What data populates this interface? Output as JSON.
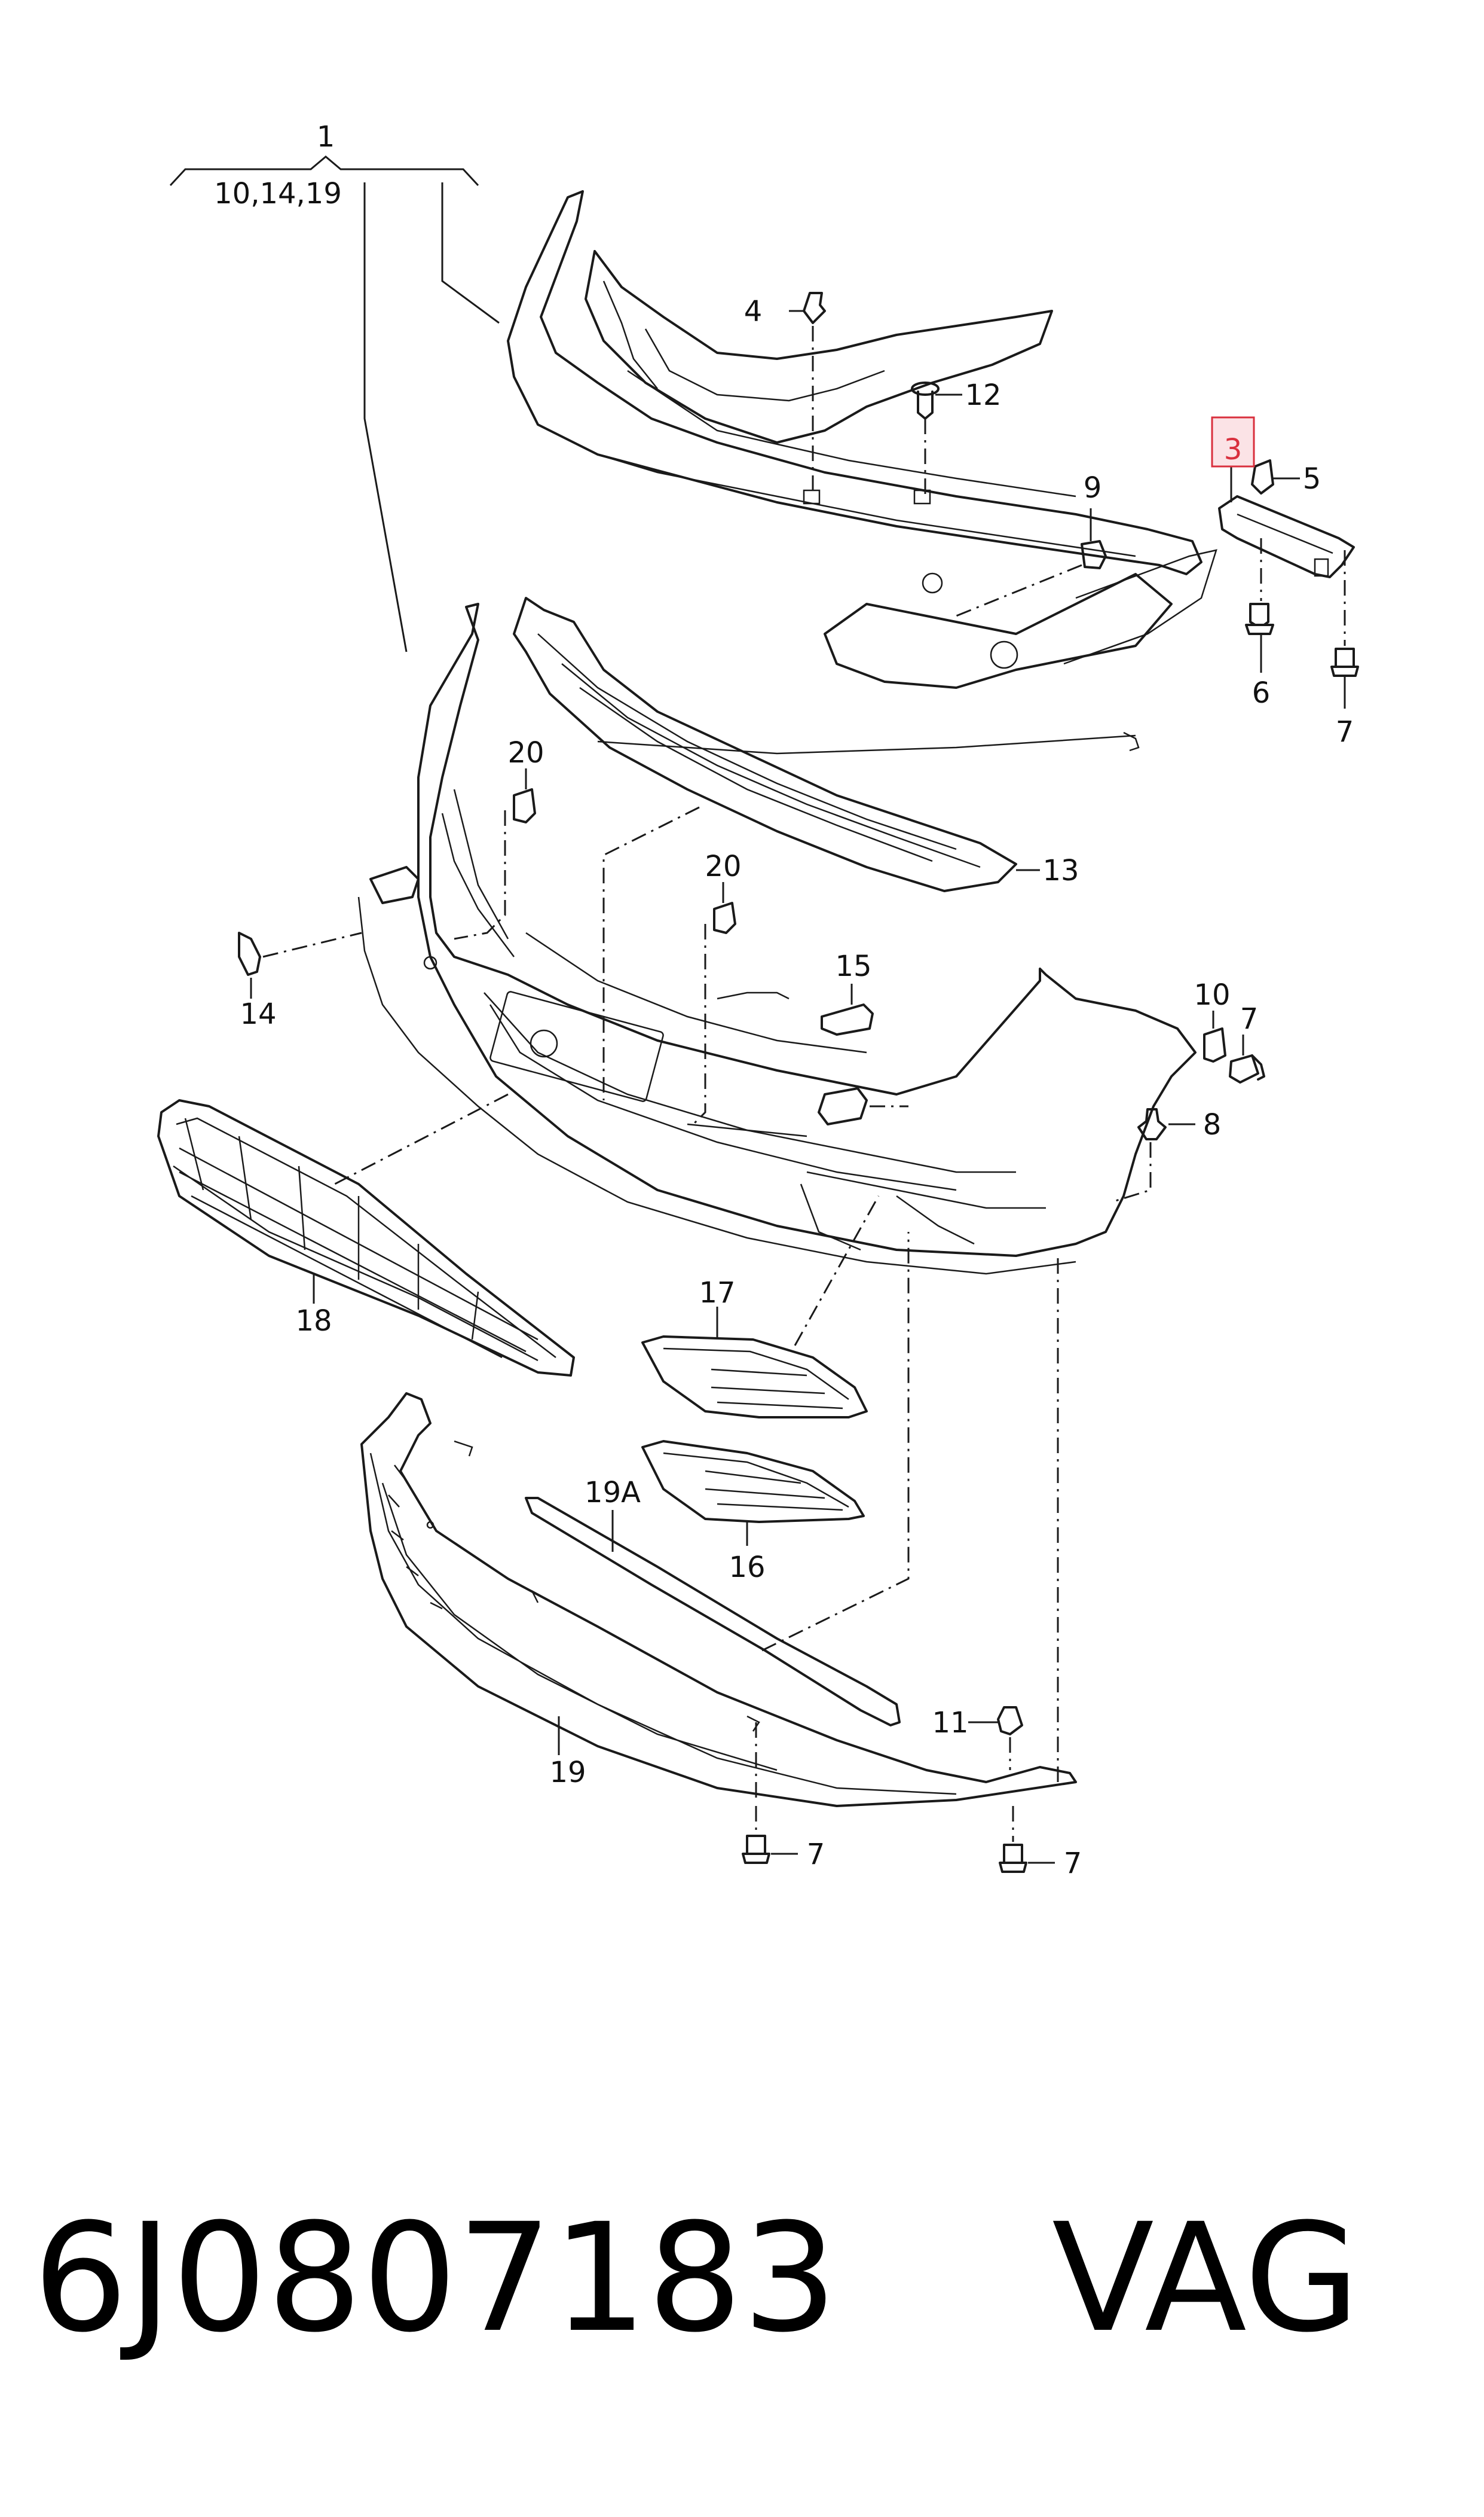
{
  "callouts": {
    "c1": "1",
    "c1_sub": "10,14,19",
    "c3": "3",
    "c4": "4",
    "c5": "5",
    "c6": "6",
    "c7_top": "7",
    "c7_right": "7",
    "c7_bottom_left": "7",
    "c7_bottom_right": "7",
    "c8": "8",
    "c9": "9",
    "c10": "10",
    "c11": "11",
    "c12": "12",
    "c13": "13",
    "c14": "14",
    "c15": "15",
    "c16": "16",
    "c17": "17",
    "c18": "18",
    "c19": "19",
    "c19a": "19A",
    "c20_top": "20",
    "c20_mid": "20"
  },
  "footer": {
    "part_number": "6J0807183",
    "brand": "VAG"
  },
  "colors": {
    "line": "#1a1a1a",
    "highlight_border": "#d9303e",
    "highlight_fill": "#fbe3e6"
  }
}
